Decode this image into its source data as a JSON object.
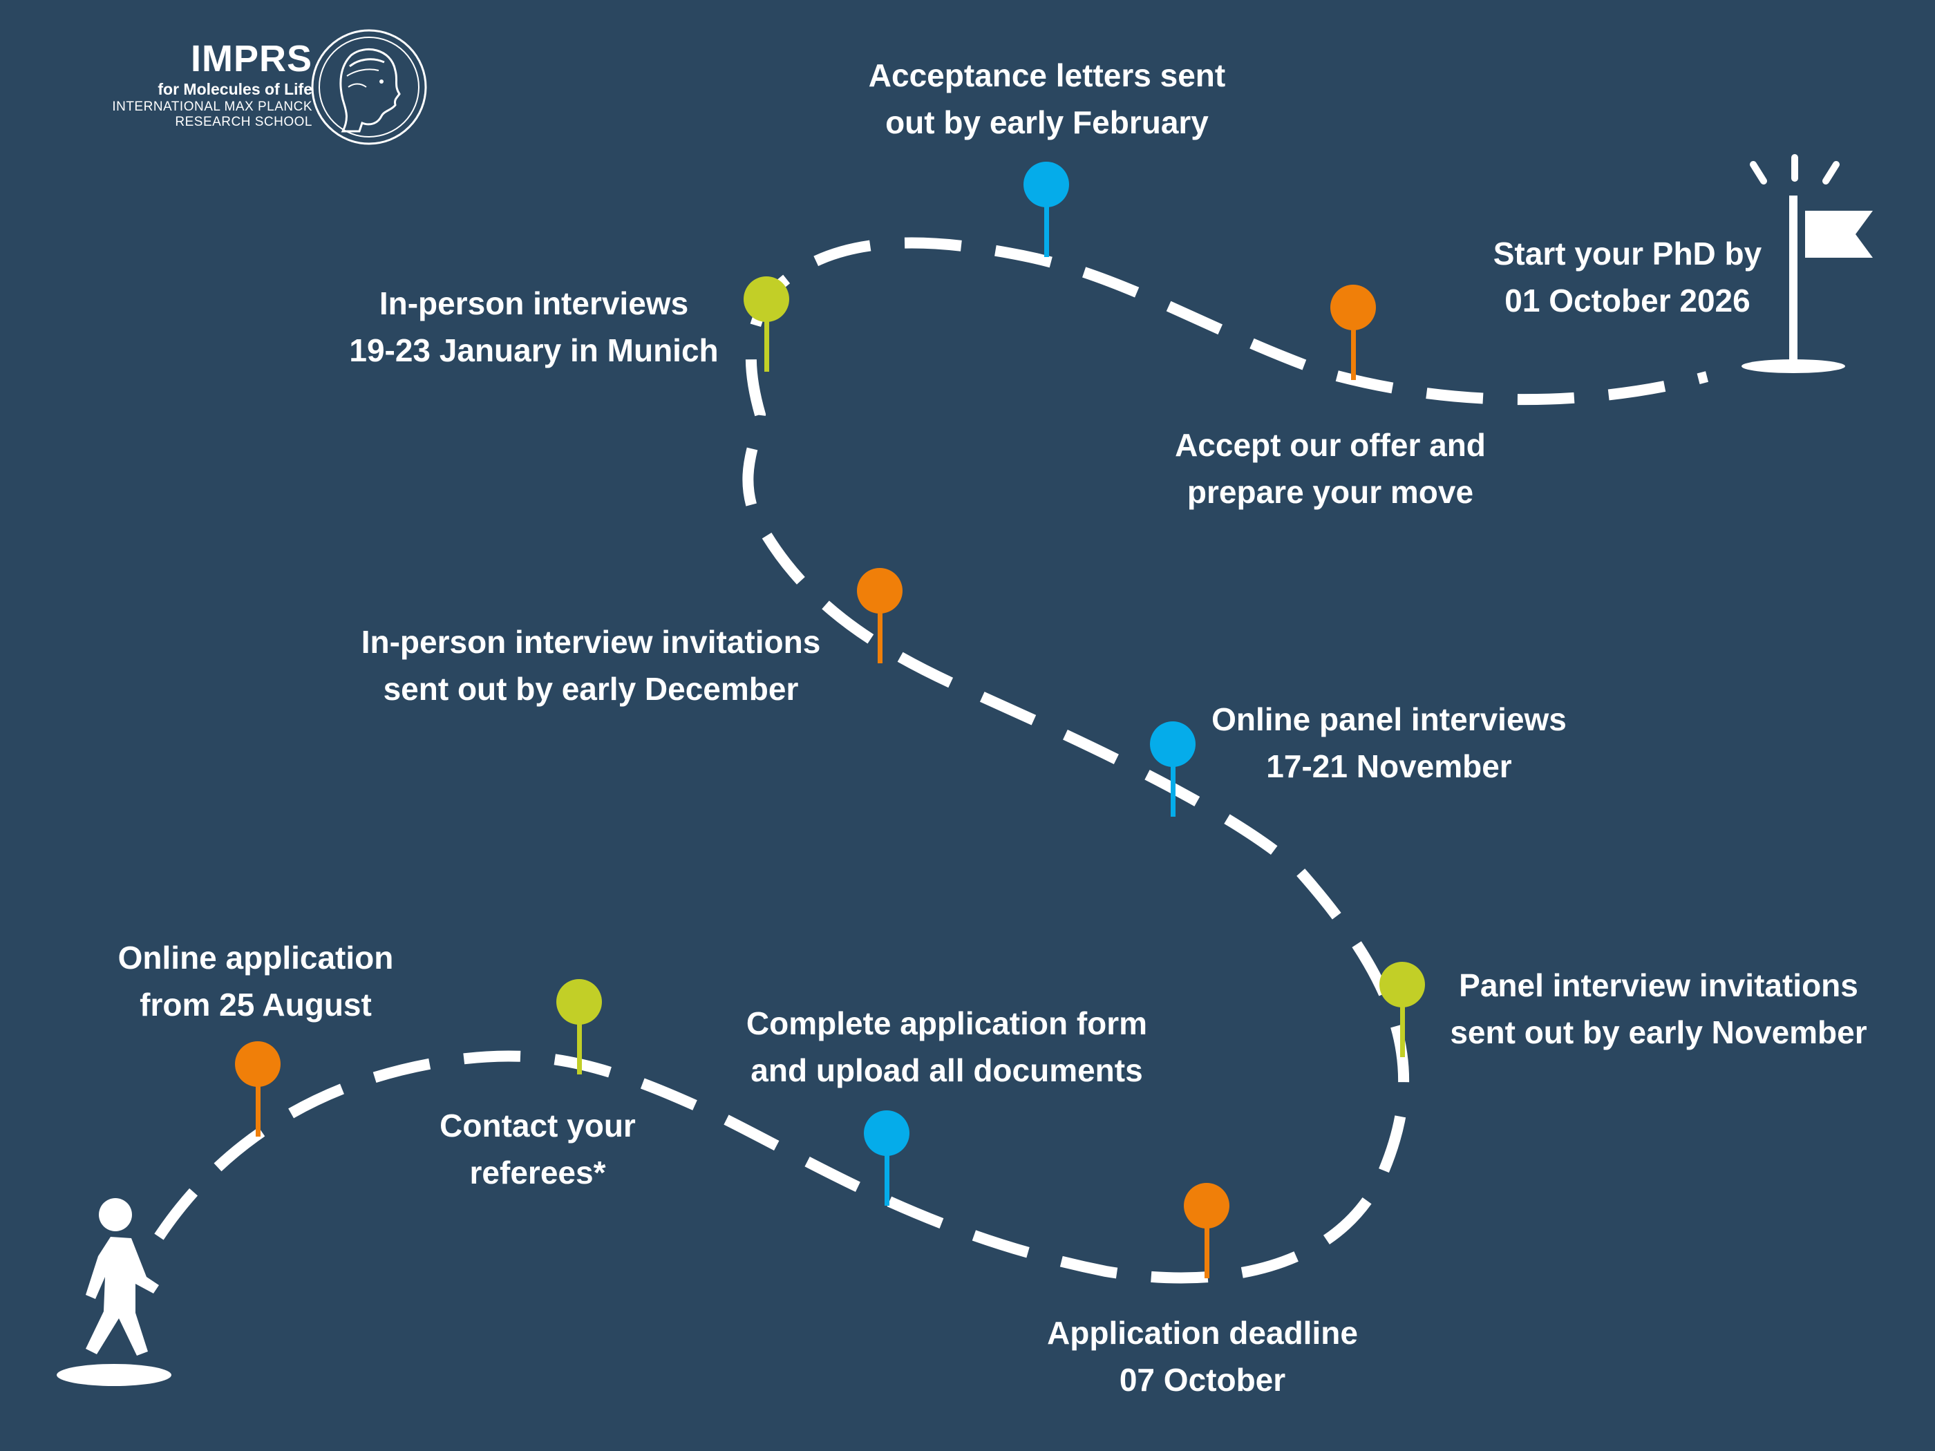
{
  "logo": {
    "name": "IMPRS",
    "subtitle": "for Molecules of Life",
    "line1": "INTERNATIONAL MAX PLANCK",
    "line2": "RESEARCH SCHOOL"
  },
  "colors": {
    "background": "#2b4760",
    "path": "#ffffff",
    "text": "#ffffff",
    "orange": "#f07f09",
    "green": "#c2cf27",
    "blue": "#05acea"
  },
  "icons": {
    "start": "walking-person-icon",
    "finish": "finish-flag-icon",
    "milestone": "map-pin-icon"
  },
  "milestones": [
    {
      "id": "online-application",
      "pin_color": "orange",
      "lines": [
        "Online application",
        "from 25 August"
      ]
    },
    {
      "id": "contact-referees",
      "pin_color": "green",
      "lines": [
        "Contact your",
        "referees*"
      ]
    },
    {
      "id": "complete-form",
      "pin_color": "blue",
      "lines": [
        "Complete application form",
        "and upload all documents"
      ]
    },
    {
      "id": "application-deadline",
      "pin_color": "orange",
      "lines": [
        "Application deadline",
        "07 October"
      ]
    },
    {
      "id": "panel-invitations",
      "pin_color": "green",
      "lines": [
        "Panel interview invitations",
        "sent out by early November"
      ]
    },
    {
      "id": "online-panel-interviews",
      "pin_color": "blue",
      "lines": [
        "Online panel interviews",
        "17-21 November"
      ]
    },
    {
      "id": "inperson-invitations",
      "pin_color": "orange",
      "lines": [
        "In-person interview invitations",
        "sent out by early December"
      ]
    },
    {
      "id": "inperson-interviews",
      "pin_color": "green",
      "lines": [
        "In-person interviews",
        "19-23 January in Munich"
      ]
    },
    {
      "id": "acceptance-letters",
      "pin_color": "blue",
      "lines": [
        "Acceptance letters sent",
        "out by early February"
      ]
    },
    {
      "id": "accept-offer",
      "pin_color": "orange",
      "lines": [
        "Accept our offer and",
        "prepare your move"
      ]
    },
    {
      "id": "start-phd",
      "pin_color": "none",
      "lines": [
        "Start your PhD by",
        "01 October 2026"
      ]
    }
  ]
}
